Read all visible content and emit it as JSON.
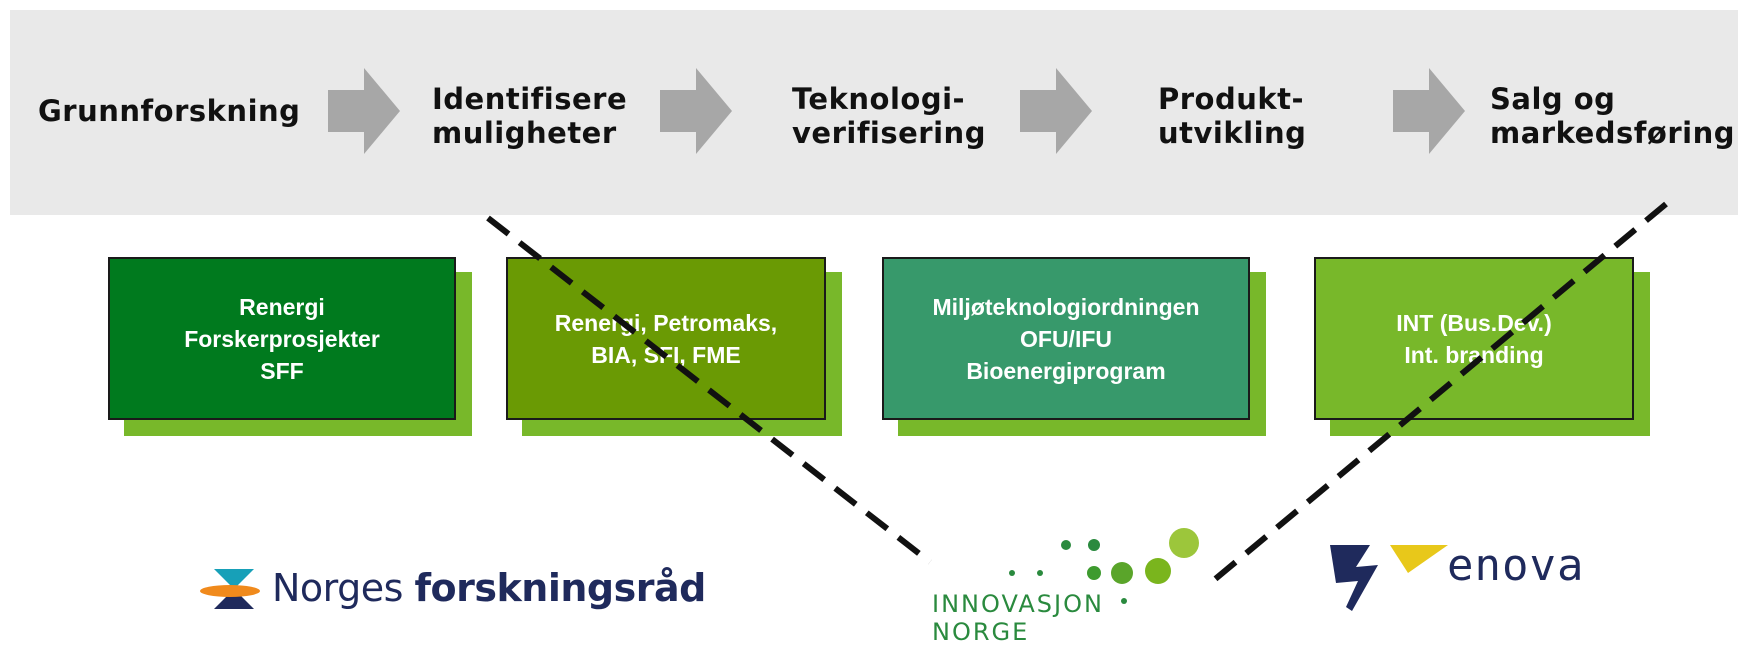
{
  "stages": [
    "Grunnforskning",
    "Identifisere\nmuligheter",
    "Teknologi-\nverifisering",
    "Produkt-\nutvikling",
    "Salg og\nmarkedsføring"
  ],
  "boxes": [
    {
      "text": "Renergi\nForskerprosjekter\nSFF",
      "color": "#007a1e"
    },
    {
      "text": "Renergi, Petromaks,\nBIA, SFI, FME",
      "color": "#6a9a04"
    },
    {
      "text": "Miljøteknologiordningen\nOFU/IFU\nBioenergiprogram",
      "color": "#37996b"
    },
    {
      "text": "INT  (Bus.Dev.)\nInt. branding",
      "color": "#78b82a"
    }
  ],
  "logos": {
    "nfr_regular": "Norges ",
    "nfr_bold": "forskningsråd",
    "innovasjon": "INNOVASJON\nNORGE",
    "enova": "enova"
  },
  "colors": {
    "band": "#e9e9e9",
    "arrow": "#a7a7a7",
    "shadow": "#78b82a",
    "nfr_navy": "#1f2a5c",
    "nfr_orange": "#f08a1c",
    "inn_green": "#2a8a3e",
    "inn_light": "#7ab51d",
    "enova_yellow": "#e8c81a"
  }
}
